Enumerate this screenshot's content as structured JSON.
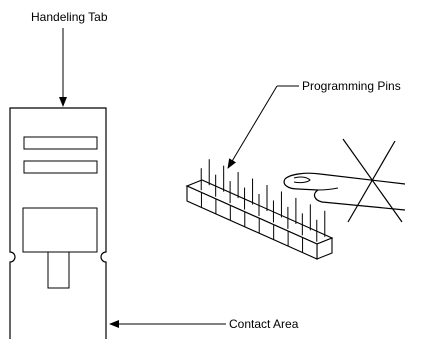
{
  "labels": {
    "handling_tab": "Handeling Tab",
    "programming_pins": "Programming Pins",
    "contact_area": "Contact Area"
  }
}
